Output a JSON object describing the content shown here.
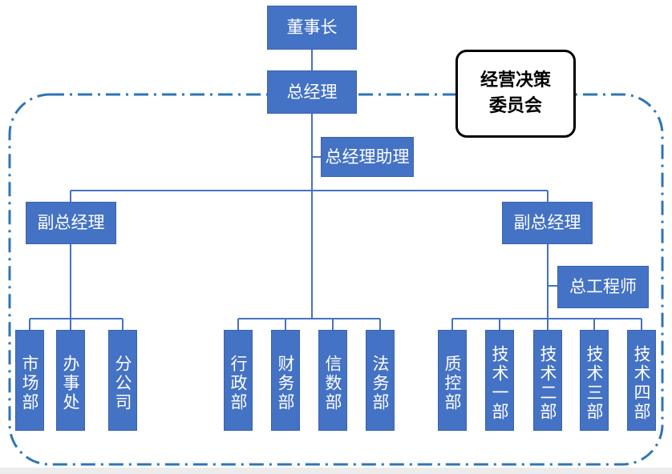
{
  "chairman": "董事长",
  "general_manager": "总经理",
  "gm_assistant": "总经理助理",
  "committee": {
    "line1": "经营决策",
    "line2": "委员会"
  },
  "deputy_left": "副总经理",
  "deputy_right": "副总经理",
  "chief_engineer": "总工程师",
  "left_departments": [
    "市场部",
    "办事处",
    "分公司"
  ],
  "middle_departments": [
    "行政部",
    "财务部",
    "信数部",
    "法务部"
  ],
  "right_departments": [
    "质控部",
    "技术一部",
    "技术二部",
    "技术三部",
    "技术四部"
  ],
  "colors": {
    "box_fill": "#4472c4",
    "line": "#4472c4",
    "dashed_border": "#2e75b6",
    "box_text": "#ffffff"
  }
}
